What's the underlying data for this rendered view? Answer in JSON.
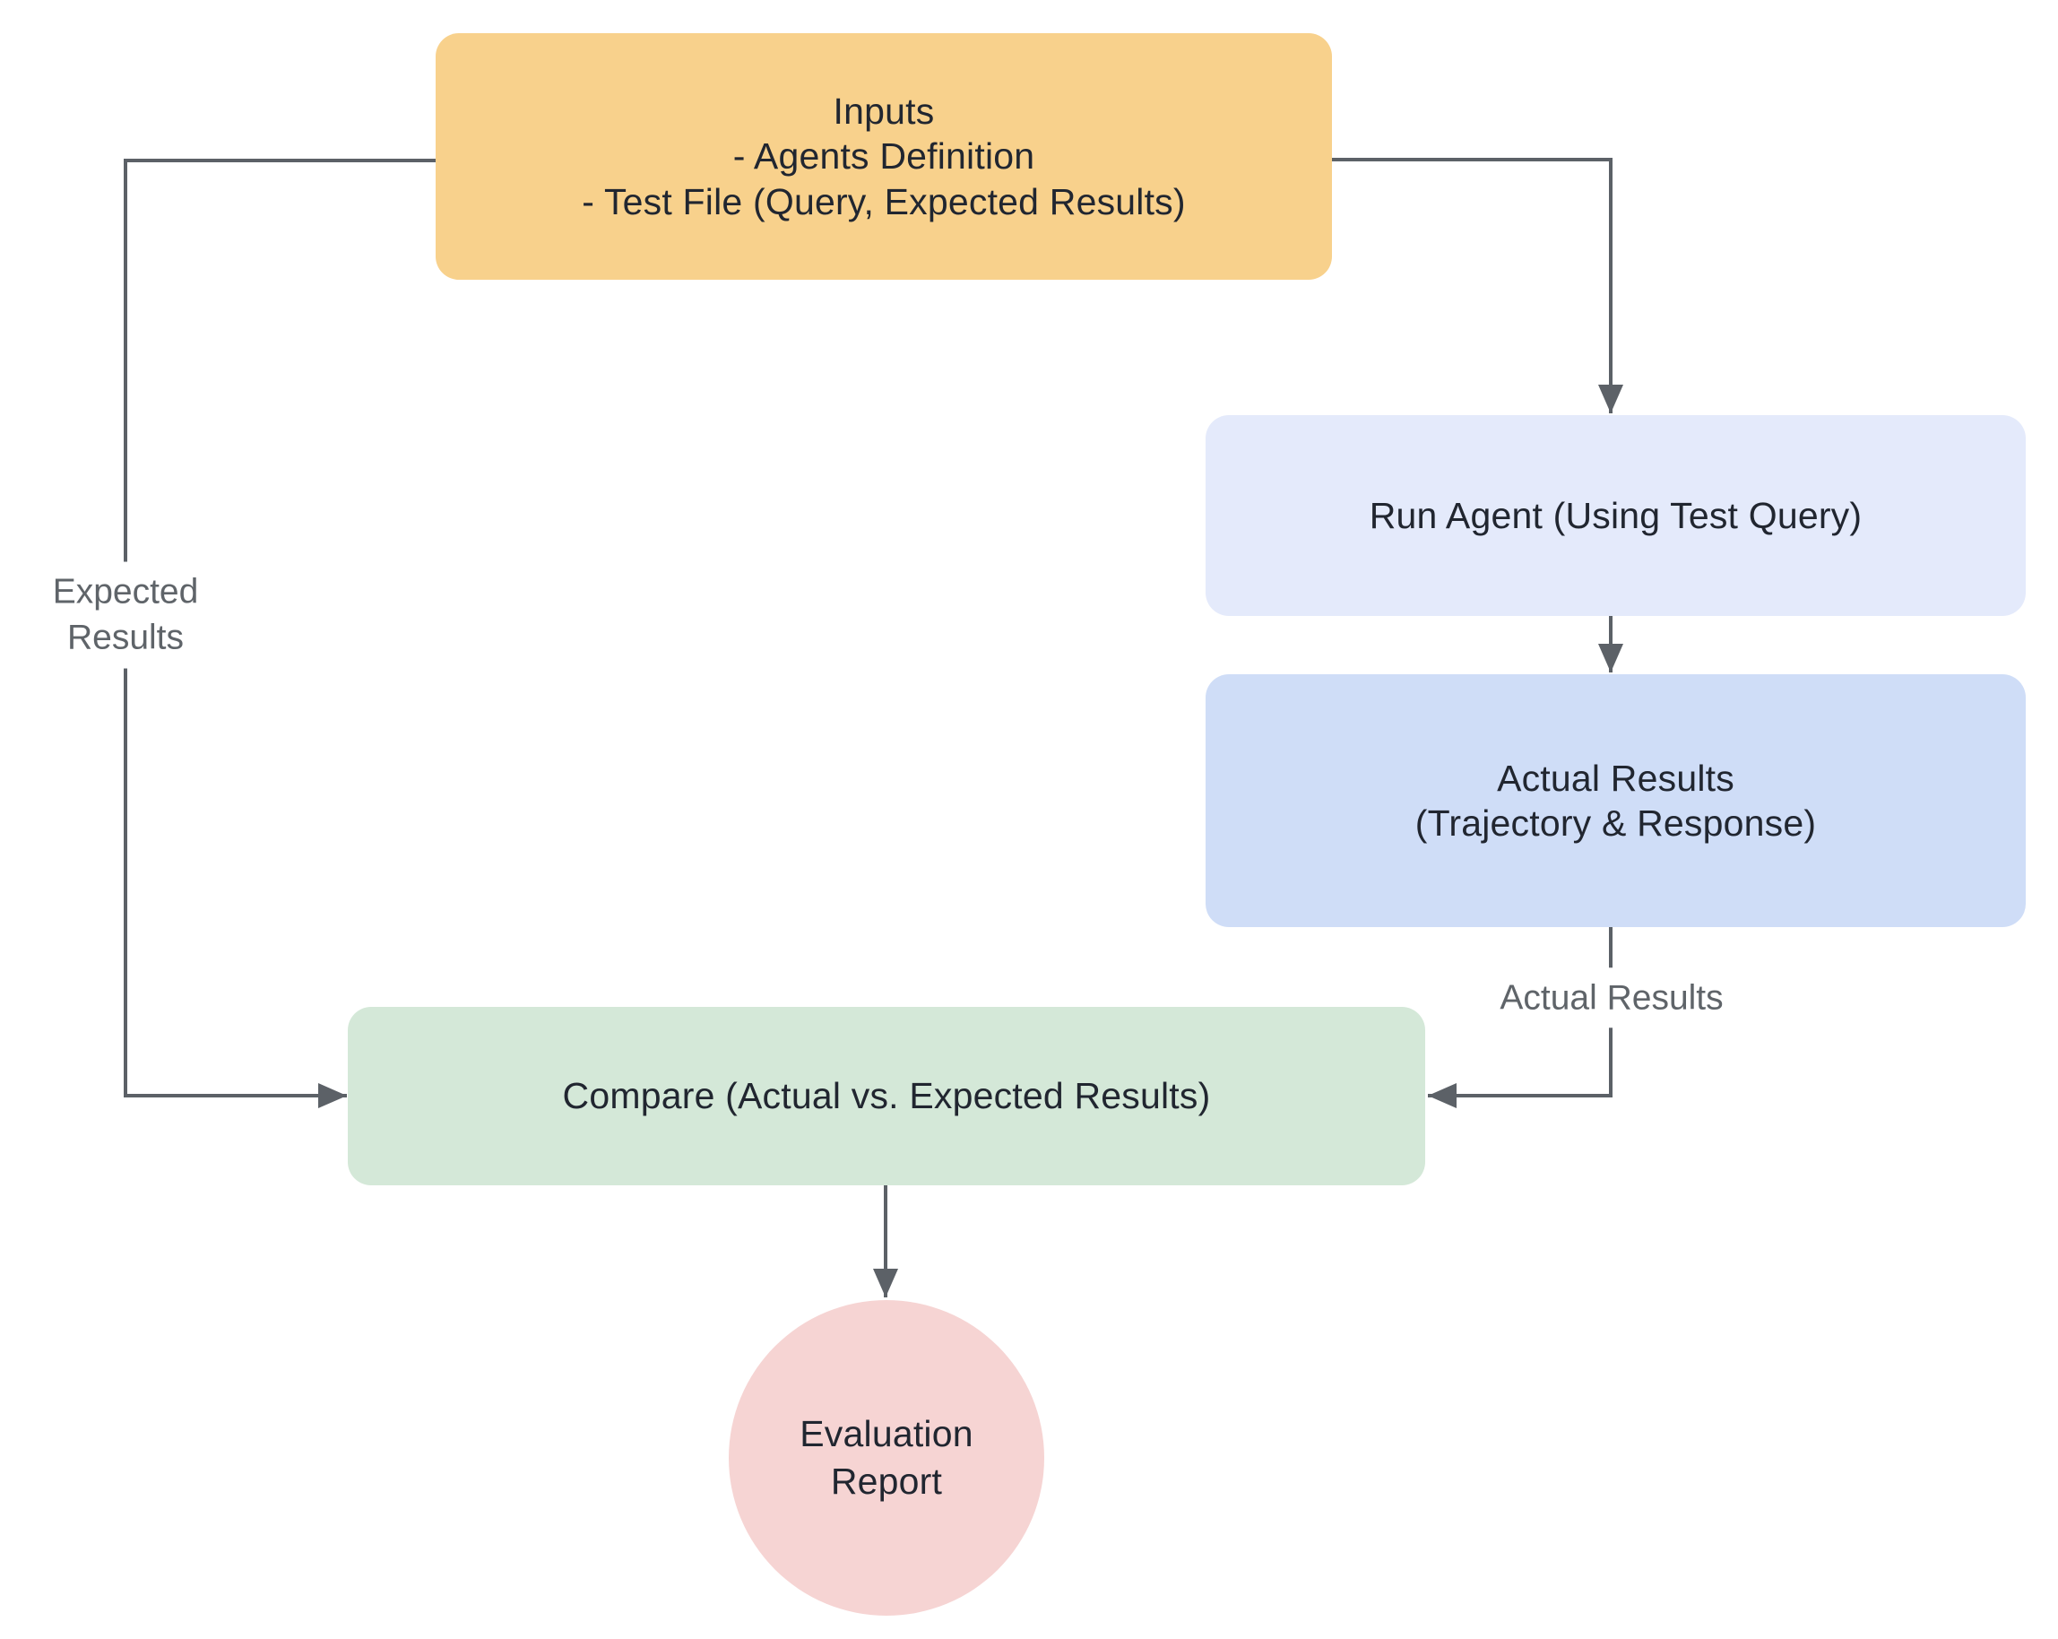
{
  "diagram": {
    "type": "flowchart",
    "nodes": {
      "inputs": {
        "shape": "rounded-rect",
        "fill": "#F8D18C",
        "lines": [
          "Inputs",
          "- Agents Definition",
          "- Test File (Query, Expected Results)"
        ]
      },
      "run_agent": {
        "shape": "rounded-rect",
        "fill": "#E4EAFB",
        "lines": [
          "Run Agent (Using Test Query)"
        ]
      },
      "actual_results": {
        "shape": "rounded-rect",
        "fill": "#CFDDF7",
        "lines": [
          "Actual Results",
          "(Trajectory & Response)"
        ]
      },
      "compare": {
        "shape": "rounded-rect",
        "fill": "#D4E8D8",
        "lines": [
          "Compare (Actual vs. Expected Results)"
        ]
      },
      "evaluation_report": {
        "shape": "circle",
        "fill": "#F6D4D3",
        "lines": [
          "Evaluation",
          "Report"
        ]
      }
    },
    "edges": [
      {
        "from": "inputs",
        "to": "compare",
        "label": "Expected Results"
      },
      {
        "from": "inputs",
        "to": "run_agent",
        "label": ""
      },
      {
        "from": "run_agent",
        "to": "actual_results",
        "label": ""
      },
      {
        "from": "actual_results",
        "to": "compare",
        "label": "Actual Results"
      },
      {
        "from": "compare",
        "to": "evaluation_report",
        "label": ""
      }
    ],
    "edge_labels": {
      "expected_results": {
        "lines": [
          "Expected",
          "Results"
        ]
      },
      "actual_results": {
        "lines": [
          "Actual Results"
        ]
      }
    },
    "colors": {
      "background": "#FFFFFF",
      "connector": "#5C6167",
      "node_text": "#212630",
      "edge_label_text": "#5F6469",
      "node_inputs_fill": "#F8D18C",
      "node_run_agent_fill": "#E4EAFB",
      "node_actual_results_fill": "#CFDDF7",
      "node_compare_fill": "#D4E8D8",
      "node_report_fill": "#F6D4D3"
    }
  }
}
